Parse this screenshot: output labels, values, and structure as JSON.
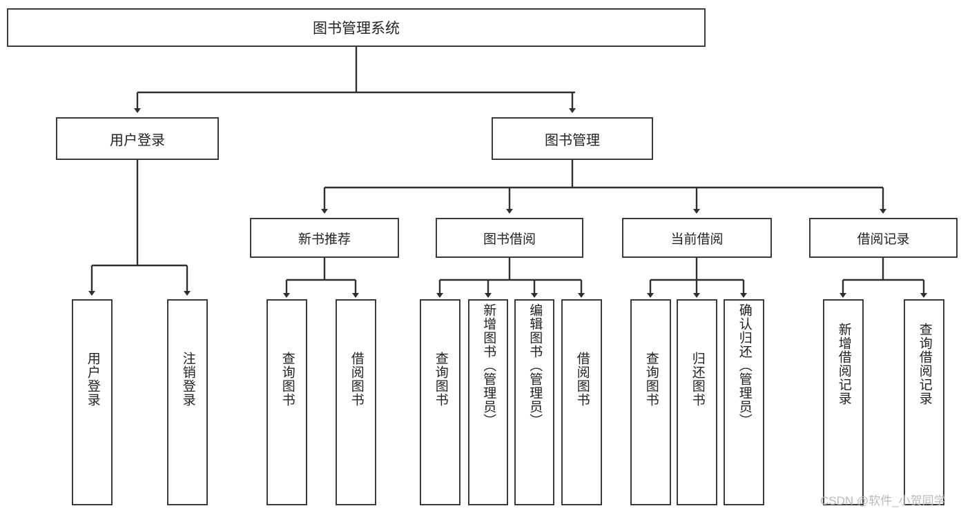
{
  "diagram": {
    "type": "tree-hierarchy",
    "title": "图书管理系统",
    "root": {
      "label": "图书管理系统"
    },
    "level2": [
      {
        "label": "用户登录"
      },
      {
        "label": "图书管理"
      }
    ],
    "level3": [
      {
        "label": "新书推荐"
      },
      {
        "label": "图书借阅"
      },
      {
        "label": "当前借阅"
      },
      {
        "label": "借阅记录"
      }
    ],
    "leaves": {
      "user_login": [
        {
          "label": "用户登录"
        },
        {
          "label": "注销登录"
        }
      ],
      "new_book_recommend": [
        {
          "label": "查询图书"
        },
        {
          "label": "借阅图书"
        }
      ],
      "book_borrow": [
        {
          "label": "查询图书"
        },
        {
          "label": "新增图书（管理员）"
        },
        {
          "label": "编辑图书（管理员）"
        },
        {
          "label": "借阅图书"
        }
      ],
      "current_borrow": [
        {
          "label": "查询图书"
        },
        {
          "label": "归还图书"
        },
        {
          "label": "确认归还（管理员）"
        }
      ],
      "borrow_record": [
        {
          "label": "新增借阅记录"
        },
        {
          "label": "查询借阅记录"
        }
      ]
    }
  },
  "watermark": {
    "text": "CSDN @软件_小贺同学"
  },
  "colors": {
    "border": "#3a3a3a",
    "text": "#222222",
    "background": "#ffffff",
    "watermark": "#b9b9b9"
  }
}
